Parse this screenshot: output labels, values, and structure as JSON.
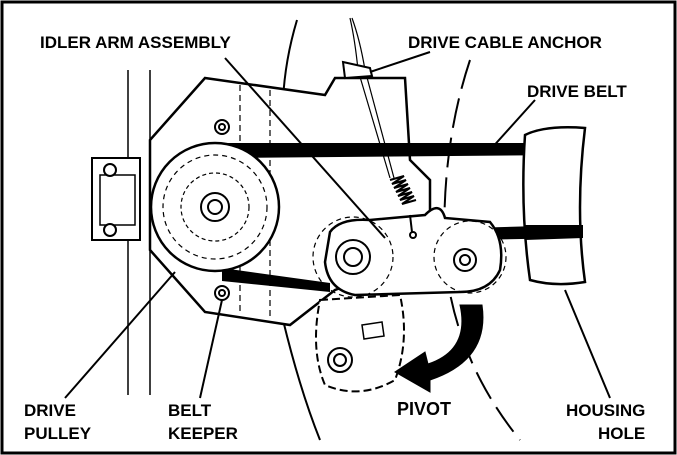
{
  "labels": {
    "idler_arm_assembly": "IDLER ARM ASSEMBLY",
    "drive_cable_anchor": "DRIVE CABLE ANCHOR",
    "drive_belt": "DRIVE BELT",
    "drive_pulley_line1": "DRIVE",
    "drive_pulley_line2": "PULLEY",
    "belt_keeper_line1": "BELT",
    "belt_keeper_line2": "KEEPER",
    "pivot": "PIVOT",
    "housing_hole_line1": "HOUSING",
    "housing_hole_line2": "HOLE"
  },
  "colors": {
    "ink": "#000000",
    "paper": "#ffffff"
  },
  "icons": {
    "pivot_arrow": "curved-arrow-icon"
  }
}
